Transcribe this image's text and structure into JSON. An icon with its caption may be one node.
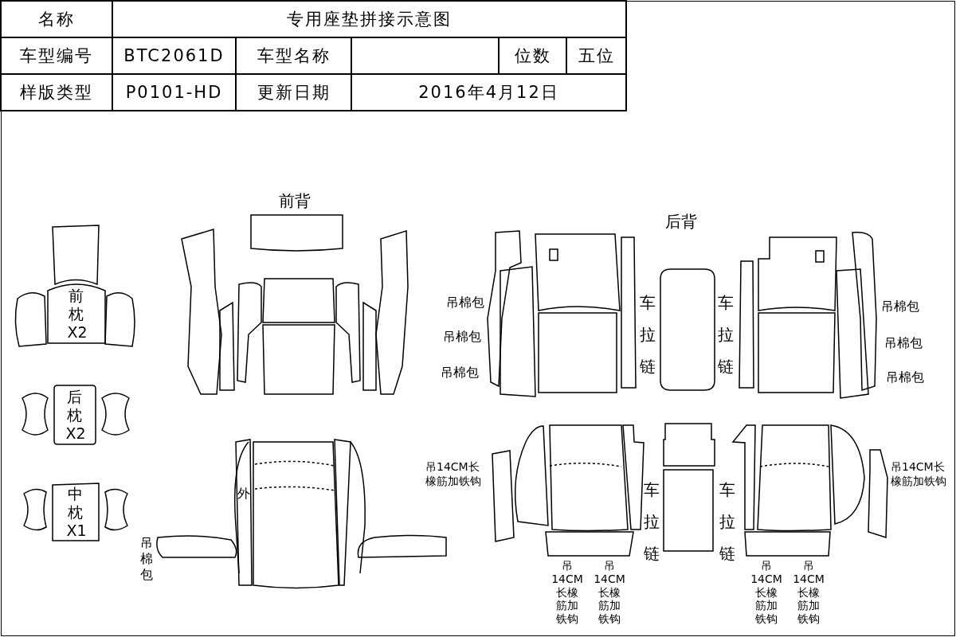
{
  "diagram": {
    "nodes": [
      {
        "text": [
          "前枕X2"
        ]
      },
      {
        "text": [
          "后枕X2"
        ]
      },
      {
        "text": [
          "中枕X1"
        ]
      }
    ],
    "labels": [
      "名称",
      "专用座垫拼接示意图",
      "车型编号",
      "BTC2061D",
      "车型名称",
      "位数",
      "五位",
      "样版类型",
      "P0101-HD",
      "更新日期",
      "2016年4月12日",
      "前背",
      "后背",
      "吊棉包",
      "吊棉包",
      "吊棉包",
      "车拉链",
      "车拉链",
      "吊棉包",
      "吊棉包",
      "吊棉包",
      "外",
      "吊棉包",
      "吊14CM长橡筋加铁钩",
      "吊14CM长橡筋加铁钩",
      "车拉链",
      "车拉链",
      "吊14CM长橡筋加铁钩",
      "吊14CM长橡筋加铁钩",
      "吊14CM长橡筋加铁钩",
      "吊14CM长橡筋加铁钩"
    ]
  }
}
